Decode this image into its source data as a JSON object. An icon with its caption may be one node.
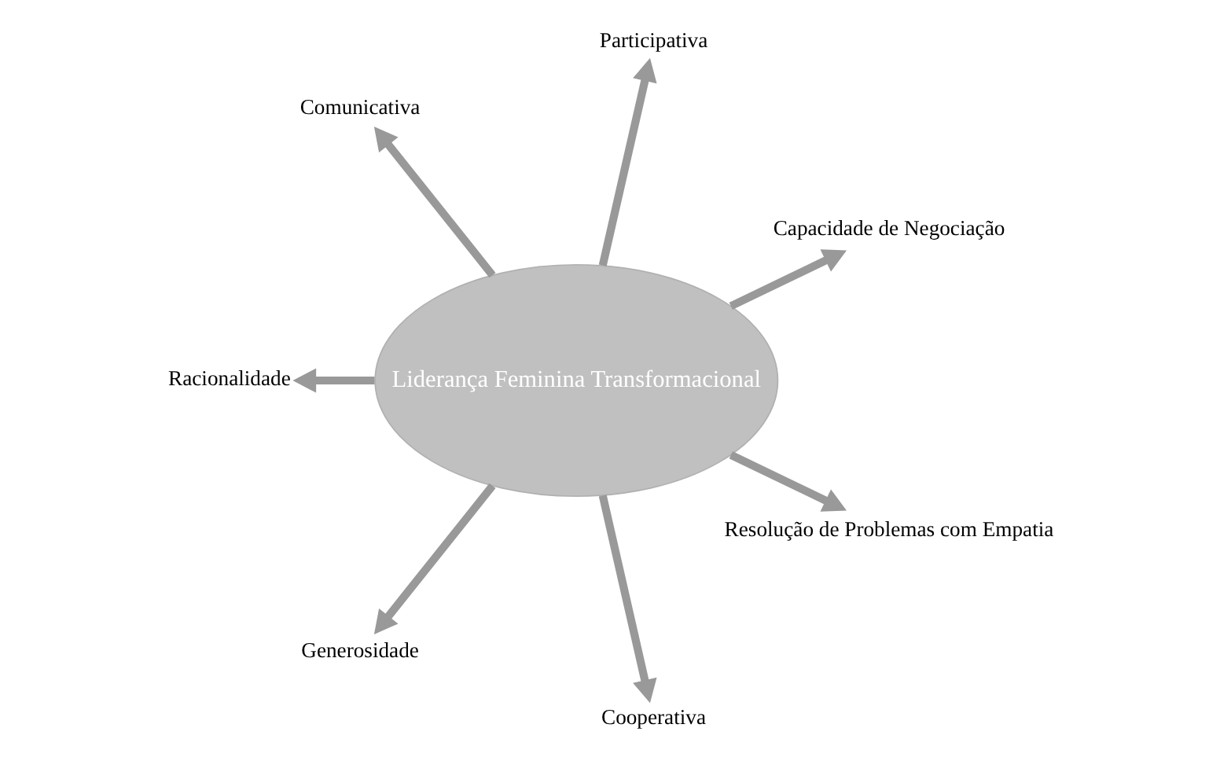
{
  "diagram": {
    "nodes": [
      {
        "text": [
          "Liderança Feminina Transformacional"
        ]
      },
      {
        "text": [
          "Capacidade de Negociação"
        ]
      },
      {
        "text": [
          "Participativa"
        ]
      },
      {
        "text": [
          "Comunicativa"
        ]
      },
      {
        "text": [
          "Racionalidade"
        ]
      },
      {
        "text": [
          "Generosidade"
        ]
      },
      {
        "text": [
          "Cooperativa"
        ]
      },
      {
        "text": [
          "Resolução de Problemas com Empatia"
        ]
      }
    ],
    "edges": [
      {
        "from": 0,
        "to": 2,
        "arrow": "to"
      },
      {
        "from": 0,
        "to": 1,
        "arrow": "to"
      },
      {
        "from": 0,
        "to": 3,
        "arrow": "to"
      },
      {
        "from": 0,
        "to": 5,
        "arrow": "to"
      },
      {
        "from": 0,
        "to": 7,
        "arrow": "to"
      },
      {
        "from": 0,
        "to": 6,
        "arrow": "to"
      },
      {
        "from": 0,
        "to": 4,
        "arrow": "to"
      }
    ]
  }
}
